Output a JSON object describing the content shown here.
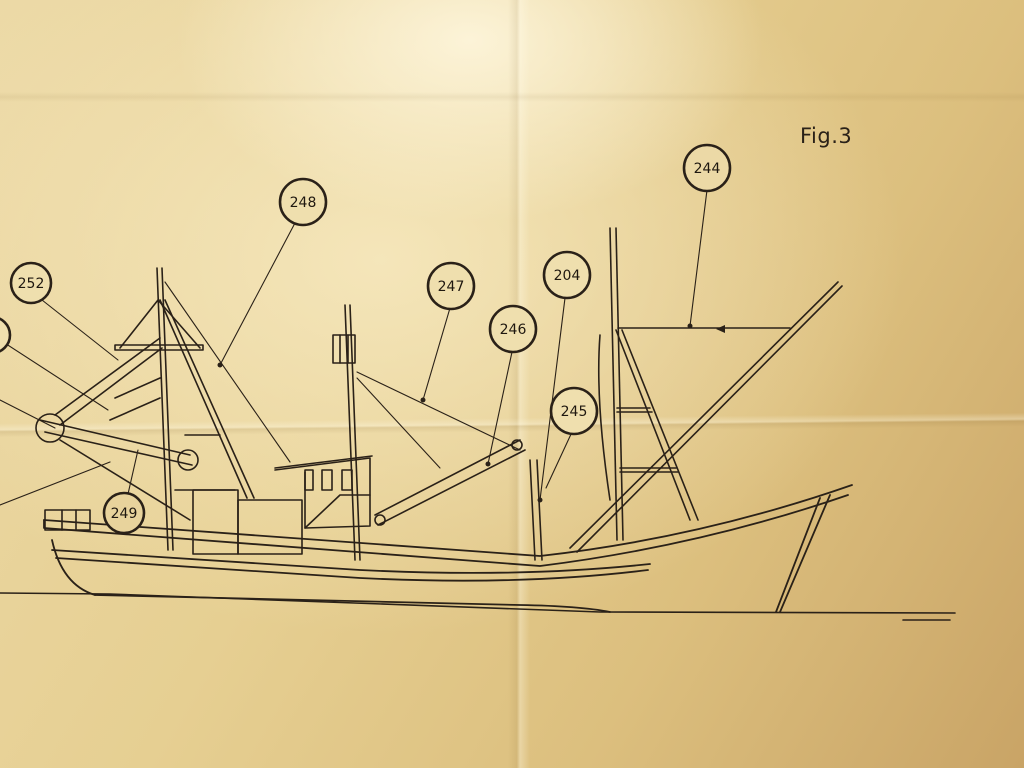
{
  "figure": {
    "label": "Fig.3"
  },
  "callouts": [
    {
      "id": "callout-244",
      "number": "244"
    },
    {
      "id": "callout-248",
      "number": "248"
    },
    {
      "id": "callout-252",
      "number": "252"
    },
    {
      "id": "callout-247",
      "number": "247"
    },
    {
      "id": "callout-204",
      "number": "204"
    },
    {
      "id": "callout-246",
      "number": "246"
    },
    {
      "id": "callout-245",
      "number": "245"
    },
    {
      "id": "callout-249",
      "number": "249"
    }
  ],
  "colors": {
    "paper": "#e8d39c",
    "ink": "#2a2118"
  }
}
